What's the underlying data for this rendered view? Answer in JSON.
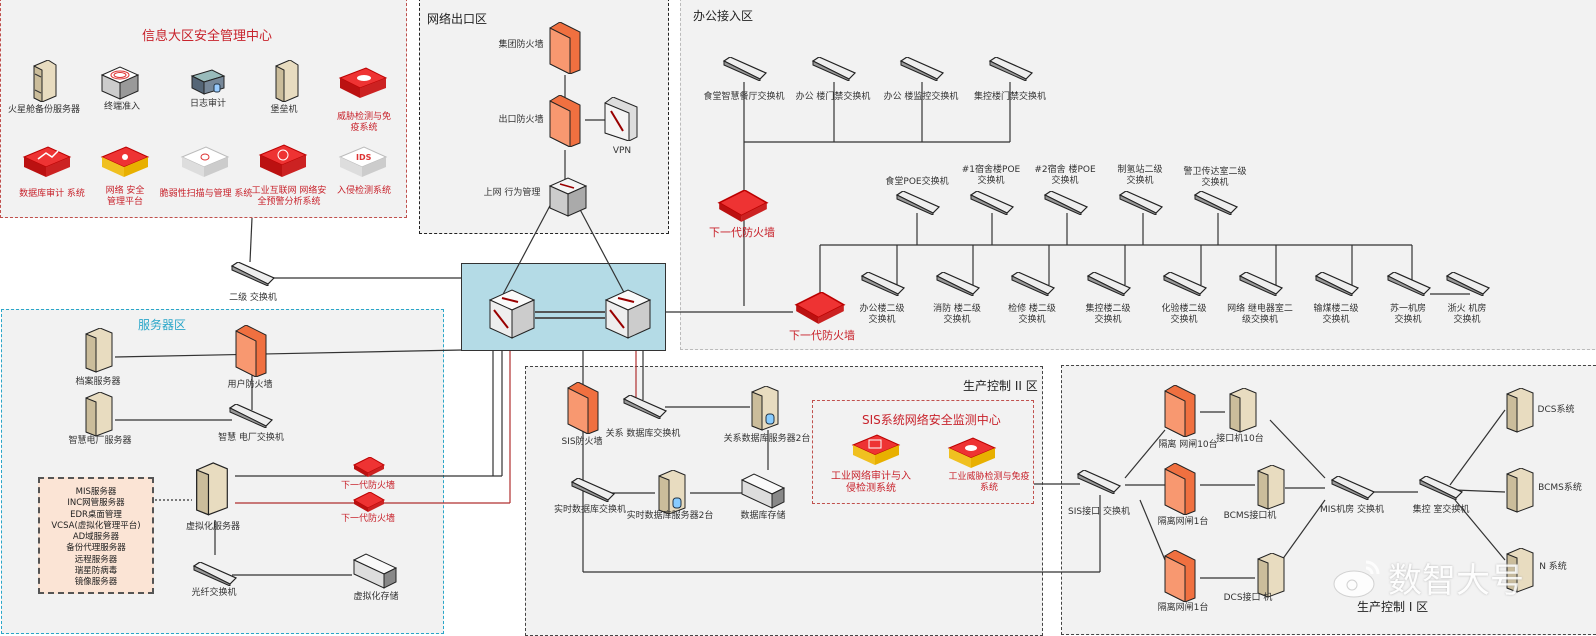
{
  "zones": {
    "info_security": {
      "title": "信息大区安全管理中心",
      "color": "#c8232c"
    },
    "network_exit": {
      "title": "网络出口区"
    },
    "office_access": {
      "title": "办公接入区"
    },
    "server_zone": {
      "title": "服务器区",
      "color": "#2aa6c9"
    },
    "production_ii": {
      "title": "生产控制 II 区"
    },
    "sis_monitor": {
      "title": "SIS系统网络安全监测中心",
      "color": "#c8232c"
    },
    "production_i": {
      "title": "生产控制 I 区"
    }
  },
  "info_security_devices": [
    {
      "label": "火星舱备份服务器",
      "icon": "server-icon"
    },
    {
      "label": "终端准入",
      "icon": "access-appliance-icon"
    },
    {
      "label": "日志审计",
      "icon": "log-audit-icon"
    },
    {
      "label": "堡垒机",
      "icon": "server-icon"
    },
    {
      "label": "威胁检测与免\n疫系统",
      "icon": "threat-detection-icon"
    },
    {
      "label": "数据库审计 系统",
      "icon": "db-audit-icon"
    },
    {
      "label": "网络 安全\n管理平台",
      "icon": "security-platform-icon"
    },
    {
      "label": "脆弱性扫描与管理 系统",
      "icon": "vuln-scan-icon"
    },
    {
      "label": "工业互联网 网络安\n全预警分析系统",
      "icon": "globe-appliance-icon"
    },
    {
      "label": "入侵检测系统",
      "icon": "ids-icon",
      "badge": "IDS"
    }
  ],
  "network_exit_devices": {
    "group_firewall": "集团防火墙",
    "exit_firewall": "出口防火墙",
    "vpn": "VPN",
    "behavior_mgmt": "上网 行为管理"
  },
  "secondary_switch": "二级 交换机",
  "server_zone_devices": {
    "archive_server": "档案服务器",
    "user_firewall": "用户防火墙",
    "smart_plant_server": "智慧电厂服务器",
    "smart_plant_switch": "智慧 电厂交换机",
    "virtual_server": "虚拟化服务器",
    "fiber_switch": "光纤交换机",
    "virtual_storage": "虚拟化存储",
    "ngfw_1": "下一代防火墙",
    "ngfw_2": "下一代防火墙",
    "vm_list": [
      "MIS服务器",
      "INC网管服务器",
      "EDR桌面管理",
      "VCSA(虚拟化管理平台)",
      "AD域服务器",
      "备份代理服务器",
      "远程服务器",
      "瑞星防病毒",
      "镜像服务器"
    ]
  },
  "office_devices": {
    "top_switches": [
      "食堂智慧餐厅交换机",
      "办公 楼门禁交换机",
      "办公 楼监控交换机",
      "集控楼门禁交换机"
    ],
    "ngfw_top": "下一代防火墙",
    "ngfw_bottom": "下一代防火墙",
    "mid_switches": [
      "食堂POE交换机",
      "#1宿舍楼POE\n交换机",
      "#2宿舍 楼POE\n交换机",
      "制氢站二级\n交换机",
      "警卫传达室二级\n交换机"
    ],
    "bottom_switches": [
      "办公楼二级\n交换机",
      "消防 楼二级\n交换机",
      "检修 楼二级\n交换机",
      "集控楼二级\n交换机",
      "化验楼二级\n交换机",
      "网络 继电器室二\n级交换机",
      "输煤楼二级\n交换机",
      "苏一机房\n交换机",
      "浙火 机房\n交换机"
    ]
  },
  "production_ii_devices": {
    "sis_firewall": "SIS防火墙",
    "relational_db_switch": "关系 数据库交换机",
    "relational_db_servers": "关系数据库服务器2台",
    "realtime_db_switch": "实时数据库交换机",
    "realtime_db_servers": "实时数据库服务器2台",
    "db_storage": "数据库存储",
    "industrial_audit": "工业网络审计与入\n侵检测系统",
    "industrial_threat": "工业威胁检测与免疫\n系统"
  },
  "production_i_devices": {
    "sis_interface_switch": "SIS接口 交换机",
    "gateway_10": "隔离 网闸10台",
    "gateway_1a": "隔离网闸1台",
    "gateway_1b": "隔离网闸1台",
    "interface_10": "接口机10台",
    "bcms_interface": "BCMS接口机",
    "dcs_interface": "DCS接口 机",
    "mis_room_switch": "MIS机房 交换机",
    "central_control_switch": "集控 室交换机",
    "dcs_system": "DCS系统",
    "bcms_system": "BCMS系统",
    "n_system": "N 系统"
  },
  "watermark": "数智大号"
}
